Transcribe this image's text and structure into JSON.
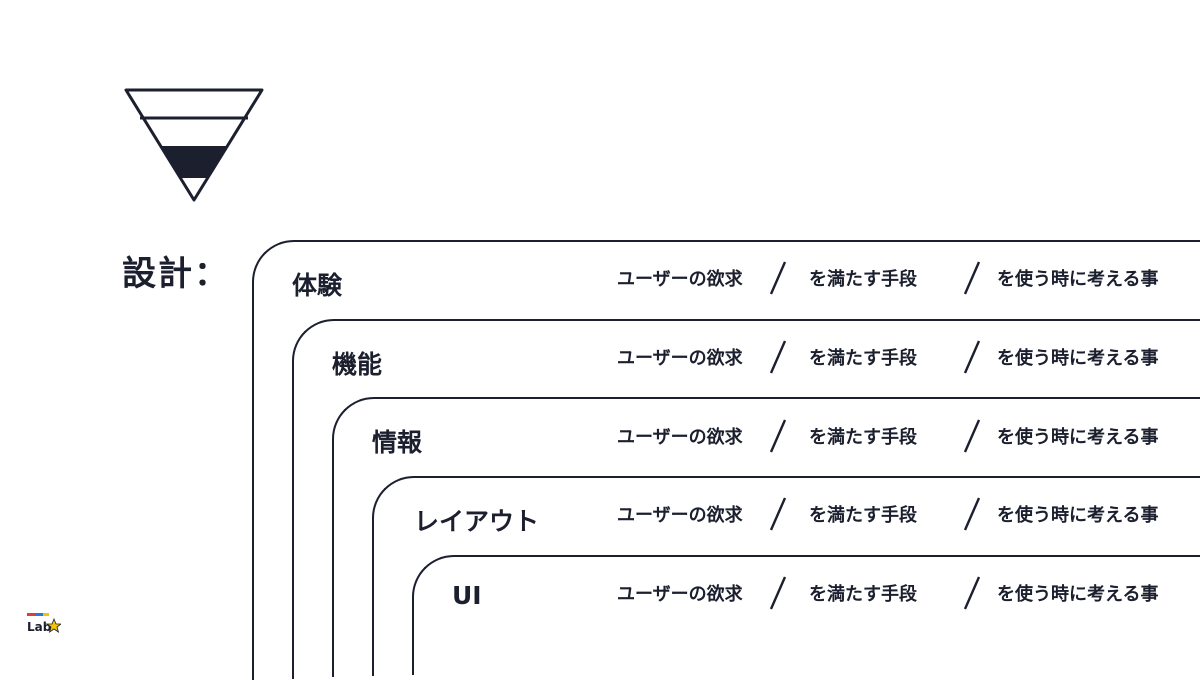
{
  "heading": "設計：",
  "funnel": {
    "filled_band": "third",
    "icon": "inverted-funnel-icon"
  },
  "layers": [
    {
      "title": "体験"
    },
    {
      "title": "機能"
    },
    {
      "title": "情報"
    },
    {
      "title": "レイアウト"
    },
    {
      "title": "UI"
    }
  ],
  "row": {
    "col1": "ユーザーの欲求",
    "col2": "を満たす手段",
    "col3": "を使う時に考える事"
  },
  "logo": {
    "text": "Lab"
  }
}
